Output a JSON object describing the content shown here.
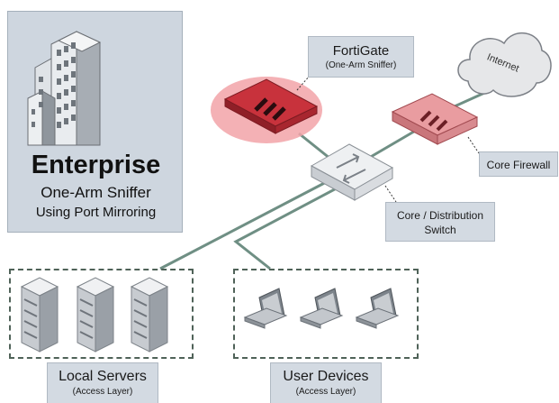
{
  "enterprise": {
    "title": "Enterprise",
    "line1": "One-Arm Sniffer",
    "line2": "Using Port Mirroring"
  },
  "fortigate": {
    "name": "FortiGate",
    "mode": "(One-Arm Sniffer)"
  },
  "internet": {
    "label": "Internet"
  },
  "core_firewall": {
    "label": "Core Firewall"
  },
  "core_switch": {
    "line1": "Core / Distribution",
    "line2": "Switch"
  },
  "local_servers": {
    "label": "Local Servers",
    "sub": "(Access Layer)"
  },
  "user_devices": {
    "label": "User Devices",
    "sub": "(Access Layer)"
  },
  "colors": {
    "link": "#6f8f84",
    "fortigate_red": "#c8323c",
    "firewall_red": "#d9646b",
    "highlight": "#f2a3a8",
    "panel": "#ced6df"
  }
}
